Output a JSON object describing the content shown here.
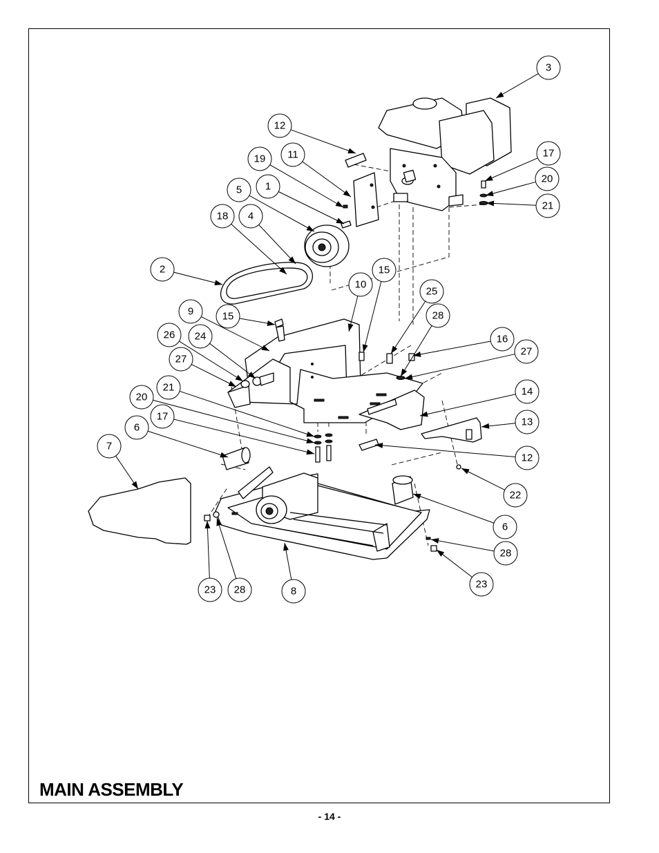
{
  "title": "MAIN ASSEMBLY",
  "page_number": "- 14 -",
  "callouts": [
    {
      "label": "3"
    },
    {
      "label": "12"
    },
    {
      "label": "11"
    },
    {
      "label": "19"
    },
    {
      "label": "17"
    },
    {
      "label": "20"
    },
    {
      "label": "21"
    },
    {
      "label": "5"
    },
    {
      "label": "1"
    },
    {
      "label": "18"
    },
    {
      "label": "4"
    },
    {
      "label": "2"
    },
    {
      "label": "15"
    },
    {
      "label": "10"
    },
    {
      "label": "25"
    },
    {
      "label": "9"
    },
    {
      "label": "15"
    },
    {
      "label": "28"
    },
    {
      "label": "26"
    },
    {
      "label": "24"
    },
    {
      "label": "16"
    },
    {
      "label": "27"
    },
    {
      "label": "27"
    },
    {
      "label": "14"
    },
    {
      "label": "21"
    },
    {
      "label": "20"
    },
    {
      "label": "17"
    },
    {
      "label": "13"
    },
    {
      "label": "6"
    },
    {
      "label": "7"
    },
    {
      "label": "12"
    },
    {
      "label": "22"
    },
    {
      "label": "6"
    },
    {
      "label": "28"
    },
    {
      "label": "23"
    },
    {
      "label": "23"
    },
    {
      "label": "28"
    },
    {
      "label": "8"
    }
  ]
}
